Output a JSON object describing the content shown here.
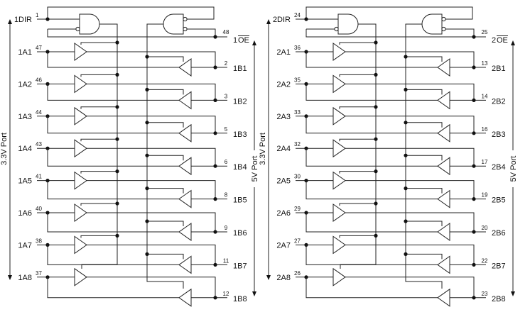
{
  "panels": [
    {
      "dir_label": "1DIR",
      "dir_pin": "1",
      "oe_prefix": "1",
      "oe_label": "OE",
      "oe_pin": "48",
      "a_labels": [
        "1A1",
        "1A2",
        "1A3",
        "1A4",
        "1A5",
        "1A6",
        "1A7",
        "1A8"
      ],
      "a_pins": [
        "47",
        "46",
        "44",
        "43",
        "41",
        "40",
        "38",
        "37"
      ],
      "b_labels": [
        "1B1",
        "1B2",
        "1B3",
        "1B4",
        "1B5",
        "1B6",
        "1B7",
        "1B8"
      ],
      "b_pins": [
        "2",
        "3",
        "5",
        "6",
        "8",
        "9",
        "11",
        "12"
      ],
      "left_port": "3.3V Port",
      "right_port": "5V Port"
    },
    {
      "dir_label": "2DIR",
      "dir_pin": "24",
      "oe_prefix": "2",
      "oe_label": "OE",
      "oe_pin": "25",
      "a_labels": [
        "2A1",
        "2A2",
        "2A3",
        "2A4",
        "2A5",
        "2A6",
        "2A7",
        "2A8"
      ],
      "a_pins": [
        "36",
        "35",
        "33",
        "32",
        "30",
        "29",
        "27",
        "26"
      ],
      "b_labels": [
        "2B1",
        "2B2",
        "2B3",
        "2B4",
        "2B5",
        "2B6",
        "2B7",
        "2B8"
      ],
      "b_pins": [
        "13",
        "14",
        "16",
        "17",
        "19",
        "20",
        "22",
        "23"
      ],
      "left_port": "3.3V Port",
      "right_port": "5V Port"
    }
  ]
}
